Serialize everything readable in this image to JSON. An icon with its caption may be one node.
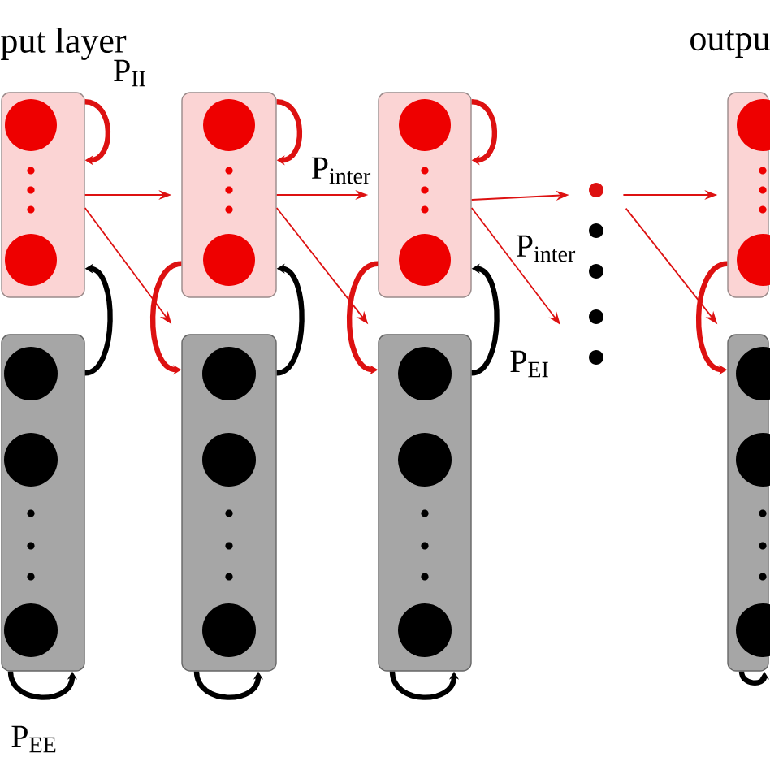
{
  "diagram": {
    "nodes": [
      {
        "text": [],
        "shape": "box"
      },
      {
        "text": [],
        "shape": "box"
      },
      {
        "text": [],
        "shape": "box"
      },
      {
        "text": [],
        "shape": "circle"
      },
      {
        "text": [],
        "shape": "box"
      },
      {
        "text": [],
        "shape": "box"
      },
      {
        "text": [],
        "shape": "box"
      },
      {
        "text": [],
        "shape": "box"
      },
      {
        "text": [],
        "shape": "box"
      }
    ],
    "edges": [
      {
        "from": 0,
        "to": 0,
        "arrow": "to",
        "label": "P$_{II}$"
      },
      {
        "from": 1,
        "to": 1,
        "arrow": "to"
      },
      {
        "from": 2,
        "to": 2,
        "arrow": "to"
      },
      {
        "from": 0,
        "to": 1,
        "arrow": "to"
      },
      {
        "from": 1,
        "to": 2,
        "arrow": "to",
        "label": "P$_{inter}$"
      },
      {
        "from": 2,
        "to": 3,
        "arrow": "to"
      },
      {
        "from": 3,
        "to": 4,
        "arrow": "to"
      },
      {
        "from": 0,
        "to": 6,
        "arrow": "to"
      },
      {
        "from": 1,
        "to": 7,
        "arrow": "to"
      },
      {
        "from": 2,
        "to": null,
        "arrow": "to",
        "label": "P$_{inter}$"
      },
      {
        "from": 3,
        "to": 8,
        "arrow": "to"
      },
      {
        "from": 5,
        "to": 0,
        "arrow": "to",
        "color": "#000000"
      },
      {
        "from": 6,
        "to": 1,
        "arrow": "to",
        "color": "#000000"
      },
      {
        "from": 7,
        "to": 2,
        "arrow": "to",
        "color": "#000000",
        "label": "P$_{EI}$"
      },
      {
        "from": 1,
        "to": 6,
        "arrow": "to"
      },
      {
        "from": 2,
        "to": 7,
        "arrow": "to"
      },
      {
        "from": 4,
        "to": 8,
        "arrow": "to"
      },
      {
        "from": 5,
        "to": 5,
        "arrow": "to",
        "color": "#000000",
        "label": "P$_{EE}$"
      },
      {
        "from": 6,
        "to": 6,
        "arrow": "to",
        "color": "#000000"
      },
      {
        "from": 7,
        "to": 7,
        "arrow": "to",
        "color": "#000000"
      },
      {
        "from": 8,
        "to": 8,
        "arrow": "to",
        "color": "#000000"
      }
    ],
    "labels": [
      "put layer",
      "outpu"
    ]
  }
}
